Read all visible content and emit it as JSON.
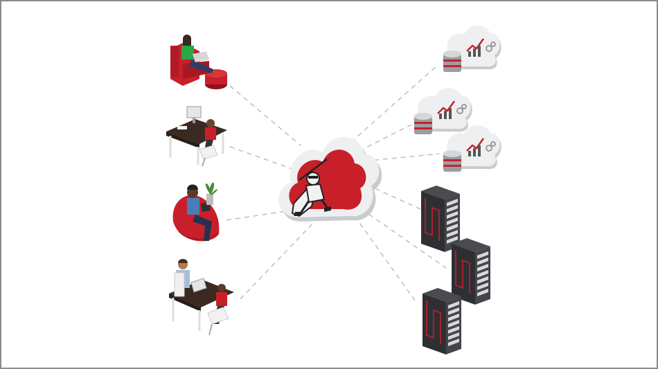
{
  "diagram": {
    "kind": "cloud-connectivity-illustration",
    "colors": {
      "frame": "#8a8a8a",
      "accent_red": "#c8202b",
      "dark_red": "#8e121b",
      "cloud_light": "#eeeff0",
      "cloud_shade": "#c9cbce",
      "server_dark": "#2e2f33",
      "connector": "#bdbdbd"
    },
    "hub": {
      "name": "central-cloud",
      "icon": "ninja-mascot-icon"
    },
    "users": [
      {
        "name": "user-armchair-laptop",
        "icon": "person-armchair-laptop-icon"
      },
      {
        "name": "user-desk-workstation",
        "icon": "person-desk-computer-icon"
      },
      {
        "name": "user-beanbag-tablet",
        "icon": "person-beanbag-tablet-icon"
      },
      {
        "name": "user-meeting-desk",
        "icon": "two-people-desk-meeting-icon"
      }
    ],
    "cloud_services": [
      {
        "name": "cloud-database-1",
        "icon": "cloud-database-analytics-icon"
      },
      {
        "name": "cloud-database-2",
        "icon": "cloud-database-analytics-icon"
      },
      {
        "name": "cloud-database-3",
        "icon": "cloud-database-analytics-icon"
      }
    ],
    "server_racks": [
      {
        "name": "server-rack-1",
        "icon": "server-rack-icon"
      },
      {
        "name": "server-rack-2",
        "icon": "server-rack-icon"
      },
      {
        "name": "server-rack-3",
        "icon": "server-rack-icon"
      }
    ],
    "connections": [
      {
        "from": "user-armchair-laptop",
        "to": "central-cloud",
        "style": "dashed"
      },
      {
        "from": "user-desk-workstation",
        "to": "central-cloud",
        "style": "dashed"
      },
      {
        "from": "user-beanbag-tablet",
        "to": "central-cloud",
        "style": "dashed"
      },
      {
        "from": "user-meeting-desk",
        "to": "central-cloud",
        "style": "dashed"
      },
      {
        "from": "central-cloud",
        "to": "cloud-database-1",
        "style": "dashed"
      },
      {
        "from": "central-cloud",
        "to": "cloud-database-2",
        "style": "dashed"
      },
      {
        "from": "central-cloud",
        "to": "cloud-database-3",
        "style": "dashed"
      },
      {
        "from": "central-cloud",
        "to": "server-rack-1",
        "style": "dashed"
      },
      {
        "from": "central-cloud",
        "to": "server-rack-2",
        "style": "dashed"
      },
      {
        "from": "central-cloud",
        "to": "server-rack-3",
        "style": "dashed"
      }
    ]
  }
}
